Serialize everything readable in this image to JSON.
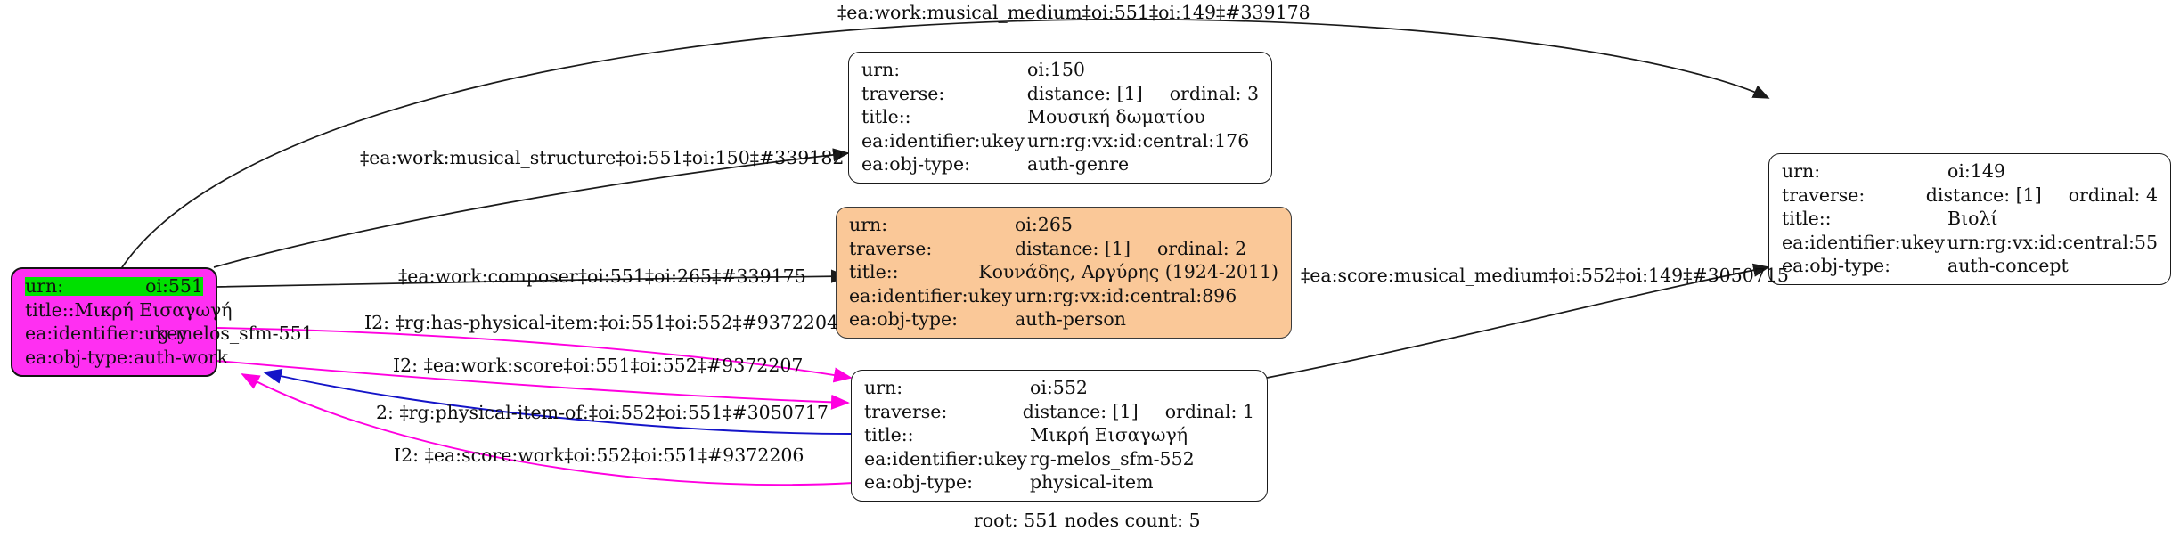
{
  "graph": {
    "footer": "root: 551 nodes count: 5",
    "colors": {
      "root_node_fill": "#ff2ff2",
      "highlight_fill": "#00e000",
      "person_node_fill": "#fac898",
      "default_node_fill": "#ffffff",
      "edge_default": "#1a1a1a",
      "edge_magenta": "#ff00e0",
      "edge_blue": "#1414c8"
    },
    "nodes": [
      {
        "id": "oi-551",
        "style": "root",
        "rows": [
          {
            "key": "urn:",
            "value": "oi:551",
            "highlight": true
          },
          {
            "key": "title::",
            "value": "Μικρή Εισαγωγή",
            "highlight": false
          },
          {
            "key": "ea:identifier:ukey",
            "value": "rg-melos_sfm-551",
            "highlight": false
          },
          {
            "key": "ea:obj-type:",
            "value": "auth-work",
            "highlight": false
          }
        ]
      },
      {
        "id": "oi-150",
        "style": "plain",
        "rows": [
          {
            "key": "urn:",
            "value": "oi:150",
            "highlight": false
          },
          {
            "key": "traverse:",
            "value": "distance: [1]",
            "value2": "ordinal: 3",
            "highlight": false
          },
          {
            "key": "title::",
            "value": "Μουσική δωματίου",
            "highlight": false
          },
          {
            "key": "ea:identifier:ukey",
            "value": "urn:rg:vx:id:central:176",
            "highlight": false
          },
          {
            "key": "ea:obj-type:",
            "value": "auth-genre",
            "highlight": false
          }
        ]
      },
      {
        "id": "oi-265",
        "style": "person",
        "rows": [
          {
            "key": "urn:",
            "value": "oi:265",
            "highlight": false
          },
          {
            "key": "traverse:",
            "value": "distance: [1]",
            "value2": "ordinal: 2",
            "highlight": false
          },
          {
            "key": "title::",
            "value": "Κουνάδης, Αργύρης (1924-2011)",
            "highlight": false
          },
          {
            "key": "ea:identifier:ukey",
            "value": "urn:rg:vx:id:central:896",
            "highlight": false
          },
          {
            "key": "ea:obj-type:",
            "value": "auth-person",
            "highlight": false
          }
        ]
      },
      {
        "id": "oi-552",
        "style": "plain",
        "rows": [
          {
            "key": "urn:",
            "value": "oi:552",
            "highlight": false
          },
          {
            "key": "traverse:",
            "value": "distance: [1]",
            "value2": "ordinal: 1",
            "highlight": false
          },
          {
            "key": "title::",
            "value": "Μικρή Εισαγωγή",
            "highlight": false
          },
          {
            "key": "ea:identifier:ukey",
            "value": "rg-melos_sfm-552",
            "highlight": false
          },
          {
            "key": "ea:obj-type:",
            "value": "physical-item",
            "highlight": false
          }
        ]
      },
      {
        "id": "oi-149",
        "style": "plain",
        "rows": [
          {
            "key": "urn:",
            "value": "oi:149",
            "highlight": false
          },
          {
            "key": "traverse:",
            "value": "distance: [1]",
            "value2": "ordinal: 4",
            "highlight": false
          },
          {
            "key": "title::",
            "value": "Βιολί",
            "highlight": false
          },
          {
            "key": "ea:identifier:ukey",
            "value": "urn:rg:vx:id:central:55",
            "highlight": false
          },
          {
            "key": "ea:obj-type:",
            "value": "auth-concept",
            "highlight": false
          }
        ]
      }
    ],
    "edges": [
      {
        "id": "e-musical-medium-551-149",
        "label": "‡ea:work:musical_medium‡oi:551‡oi:149‡#339178",
        "from": "oi-551",
        "to": "oi-149",
        "color": "#1a1a1a"
      },
      {
        "id": "e-musical-structure-551-150",
        "label": "‡ea:work:musical_structure‡oi:551‡oi:150‡#339182",
        "from": "oi-551",
        "to": "oi-150",
        "color": "#1a1a1a"
      },
      {
        "id": "e-composer-551-265",
        "label": "‡ea:work:composer‡oi:551‡oi:265‡#339175",
        "from": "oi-551",
        "to": "oi-265",
        "color": "#1a1a1a"
      },
      {
        "id": "e-has-physical-item-551-552",
        "label": "I2: ‡rg:has-physical-item:‡oi:551‡oi:552‡#9372204",
        "from": "oi-551",
        "to": "oi-552",
        "color": "#ff00e0"
      },
      {
        "id": "e-work-score-551-552",
        "label": "I2: ‡ea:work:score‡oi:551‡oi:552‡#9372207",
        "from": "oi-551",
        "to": "oi-552",
        "color": "#ff00e0"
      },
      {
        "id": "e-physical-item-of-552-551",
        "label": "2: ‡rg:physical-item-of:‡oi:552‡oi:551‡#3050717",
        "from": "oi-552",
        "to": "oi-551",
        "color": "#1414c8"
      },
      {
        "id": "e-score-work-552-551",
        "label": "I2: ‡ea:score:work‡oi:552‡oi:551‡#9372206",
        "from": "oi-552",
        "to": "oi-551",
        "color": "#ff00e0"
      },
      {
        "id": "e-score-musical-medium-552-149",
        "label": "‡ea:score:musical_medium‡oi:552‡oi:149‡#3050715",
        "from": "oi-552",
        "to": "oi-149",
        "color": "#1a1a1a"
      }
    ]
  }
}
